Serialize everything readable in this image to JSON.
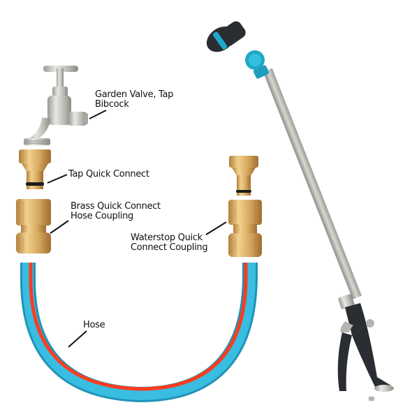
{
  "image": {
    "description": "Garden watering kit product diagram",
    "background": "#ffffff"
  },
  "labels": {
    "garden_valve": {
      "line1": "Garden Valve, Tap",
      "line2": "Bibcock"
    },
    "tap_quick_connect": {
      "line1": "Tap Quick Connect"
    },
    "brass_coupling": {
      "line1": "Brass Quick Connect",
      "line2": "Hose Coupling"
    },
    "waterstop_coupling": {
      "line1": "Waterstop Quick",
      "line2": "Connect Coupling"
    },
    "hose": {
      "line1": "Hose"
    }
  },
  "colors": {
    "brass": "#d4a860",
    "brass_dark": "#a9793a",
    "chrome": "#c9c7c2",
    "hose_blue": "#2fb3d6",
    "hose_stripe": "#ff3b1f",
    "nozzle_teal": "#20a8c8",
    "grip_black": "#2a2d31"
  }
}
